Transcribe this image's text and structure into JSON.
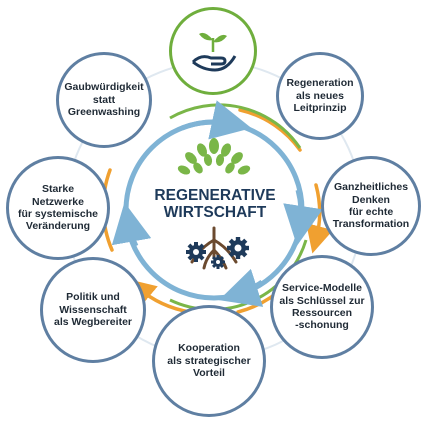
{
  "center": {
    "title": "REGENERATIVE\nWIRTSCHAFT"
  },
  "nodes": [
    {
      "id": "top",
      "label": ""
    },
    {
      "id": "regeneration",
      "label": "Regeneration\nals neues\nLeitprinzip"
    },
    {
      "id": "ganzheitlich",
      "label": "Ganzheitliches\nDenken\nfür echte\nTransformation"
    },
    {
      "id": "service",
      "label": "Service-Modelle\nals Schlüssel zur\nRessourcen\n-schonung"
    },
    {
      "id": "kooperation",
      "label": "Kooperation\nals strategischer\nVorteil"
    },
    {
      "id": "politik",
      "label": "Politik und\nWissenschaft\nals Wegbereiter"
    },
    {
      "id": "netzwerke",
      "label": "Starke Netzwerke\nfür systemische\nVeränderung"
    },
    {
      "id": "gaubwuerdig",
      "label": "Gaubwürdigkeit\nstatt\nGreenwashing"
    }
  ],
  "colors": {
    "node_border": "#5f7fa2",
    "top_border": "#6fae3d",
    "ring_blue": "#7fb3d5",
    "ring_green": "#7ab648",
    "ring_orange": "#f0a030",
    "tree_green": "#7ab648",
    "root_brown": "#6b4a2f",
    "gear_navy": "#1e3a5a",
    "title_navy": "#1e3a5a"
  },
  "icons": [
    "hand-plant-icon",
    "tree-roots-icon",
    "gear-icon"
  ]
}
